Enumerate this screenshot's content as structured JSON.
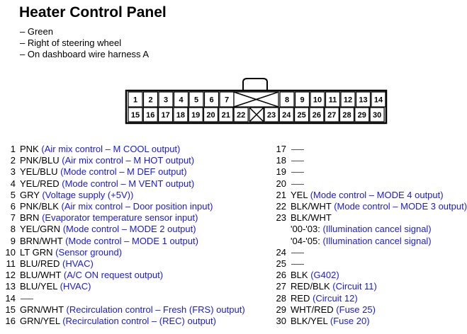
{
  "title": "Heater Control Panel",
  "info": [
    "– Green",
    "– Right of steering wheel",
    "– On dashboard wire harness A"
  ],
  "connector": {
    "top_row": [
      "1",
      "2",
      "3",
      "4",
      "5",
      "6",
      "7",
      "8",
      "9",
      "10",
      "11",
      "12",
      "13",
      "14"
    ],
    "bottom_row": [
      "15",
      "16",
      "17",
      "18",
      "19",
      "20",
      "21",
      "22",
      "23",
      "24",
      "25",
      "26",
      "27",
      "28",
      "29",
      "30"
    ]
  },
  "pins_left": [
    {
      "n": "1",
      "wire": "PNK",
      "desc": "(Air mix control – M COOL output)"
    },
    {
      "n": "2",
      "wire": "PNK/BLU",
      "desc": "(Air mix control – M HOT output)"
    },
    {
      "n": "3",
      "wire": "YEL/BLU",
      "desc": "(Mode control – M DEF output)"
    },
    {
      "n": "4",
      "wire": "YEL/RED",
      "desc": "(Mode control – M VENT output)"
    },
    {
      "n": "5",
      "wire": "GRY",
      "desc": "(Voltage supply (+5V))"
    },
    {
      "n": "6",
      "wire": "PNK/BLK",
      "desc": "(Air mix control – Door position input)"
    },
    {
      "n": "7",
      "wire": "BRN",
      "desc": "(Evaporator temperature sensor input)"
    },
    {
      "n": "8",
      "wire": "YEL/GRN",
      "desc": "(Mode control – MODE 2 output)"
    },
    {
      "n": "9",
      "wire": "BRN/WHT",
      "desc": "(Mode control – MODE 1 output)"
    },
    {
      "n": "10",
      "wire": "LT GRN",
      "desc": "(Sensor ground)"
    },
    {
      "n": "11",
      "wire": "BLU/RED",
      "desc": "(HVAC)"
    },
    {
      "n": "12",
      "wire": "BLU/WHT",
      "desc": "(A/C ON request output)"
    },
    {
      "n": "13",
      "wire": "BLU/YEL",
      "desc": "(HVAC)"
    },
    {
      "n": "14",
      "wire": "",
      "desc": ""
    },
    {
      "n": "15",
      "wire": "GRN/WHT",
      "desc": "(Recirculation control – Fresh (FRS) output)"
    },
    {
      "n": "16",
      "wire": "GRN/YEL",
      "desc": "(Recirculation control – (REC) output)"
    }
  ],
  "pins_right": [
    {
      "n": "17",
      "wire": "",
      "desc": ""
    },
    {
      "n": "18",
      "wire": "",
      "desc": ""
    },
    {
      "n": "19",
      "wire": "",
      "desc": ""
    },
    {
      "n": "20",
      "wire": "",
      "desc": ""
    },
    {
      "n": "21",
      "wire": "YEL",
      "desc": "(Mode control – MODE 4 output)"
    },
    {
      "n": "22",
      "wire": "BLK/WHT",
      "desc": "(Mode control – MODE 3 output)"
    },
    {
      "n": "23",
      "wire": "BLK/WHT",
      "desc": ""
    },
    {
      "n": "",
      "wire": "'00-'03:",
      "desc": "(Illumination cancel signal)"
    },
    {
      "n": "",
      "wire": "'04-'05:",
      "desc": "(Illumination cancel signal)"
    },
    {
      "n": "24",
      "wire": "",
      "desc": ""
    },
    {
      "n": "25",
      "wire": "",
      "desc": ""
    },
    {
      "n": "26",
      "wire": "BLK",
      "desc": "(G402)"
    },
    {
      "n": "27",
      "wire": "RED/BLK",
      "desc": "(Circuit 11)"
    },
    {
      "n": "28",
      "wire": "RED",
      "desc": "(Circuit 12)"
    },
    {
      "n": "29",
      "wire": "WHT/RED",
      "desc": "(Fuse 25)"
    },
    {
      "n": "30",
      "wire": "BLK/YEL",
      "desc": "(Fuse 20)"
    }
  ]
}
